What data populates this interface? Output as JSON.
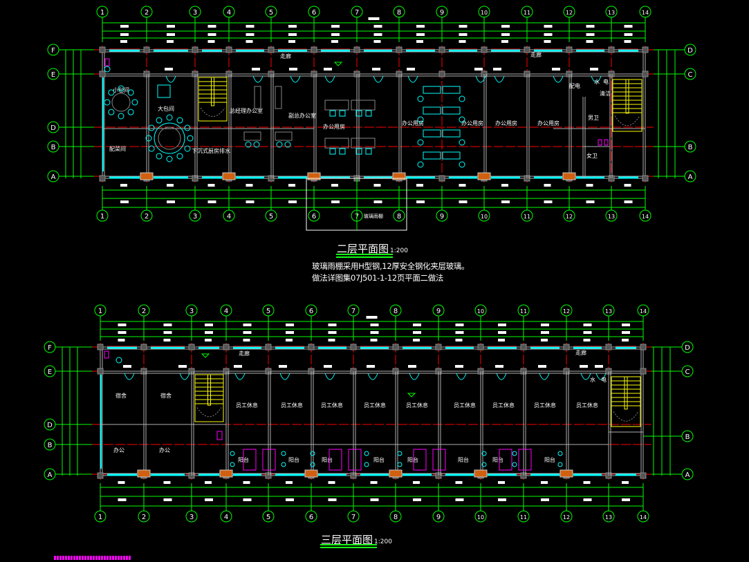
{
  "axes": {
    "columns": [
      "1",
      "2",
      "3",
      "4",
      "5",
      "6",
      "7",
      "8",
      "9",
      "10",
      "11",
      "12",
      "13",
      "14"
    ],
    "rows_left": [
      "F",
      "E",
      "D",
      "B",
      "A"
    ],
    "rows_right": [
      "D",
      "C",
      "B",
      "A"
    ]
  },
  "floor2": {
    "title": "二层平面图",
    "scale": "1:200",
    "notes": [
      "玻璃雨棚采用H型钢,12厚安全钢化夹层玻璃。",
      "做法详图集07J501-1-12页平面二做法"
    ],
    "canopy_label": "玻璃雨棚",
    "rooms": [
      "走廊",
      "走廊",
      "小包间",
      "大包间",
      "配菜间",
      "总经理办公室",
      "副总办公室",
      "下沉式厨房排水",
      "办公用房",
      "办公用房",
      "办公用房",
      "办公用房",
      "办公用房",
      "配电",
      "水",
      "电",
      "清洁",
      "男卫",
      "女卫"
    ]
  },
  "floor3": {
    "title": "三层平面图",
    "scale": "1:200",
    "rooms": [
      "走廊",
      "走廊",
      "宿舍",
      "宿舍",
      "办公",
      "办公",
      "员工休息",
      "员工休息",
      "员工休息",
      "员工休息",
      "员工休息",
      "员工休息",
      "员工休息",
      "员工休息",
      "员工休息",
      "阳台",
      "阳台",
      "阳台",
      "阳台",
      "阳台",
      "阳台",
      "阳台",
      "阳台",
      "水",
      "电"
    ]
  },
  "colors": {
    "axis": "#ff0000",
    "wall": "#b0b0b0",
    "window": "#00ffff",
    "dimension": "#00ff00",
    "stair": "#ffff00",
    "fixture": "#ff00ff",
    "unit": "#d06010"
  }
}
